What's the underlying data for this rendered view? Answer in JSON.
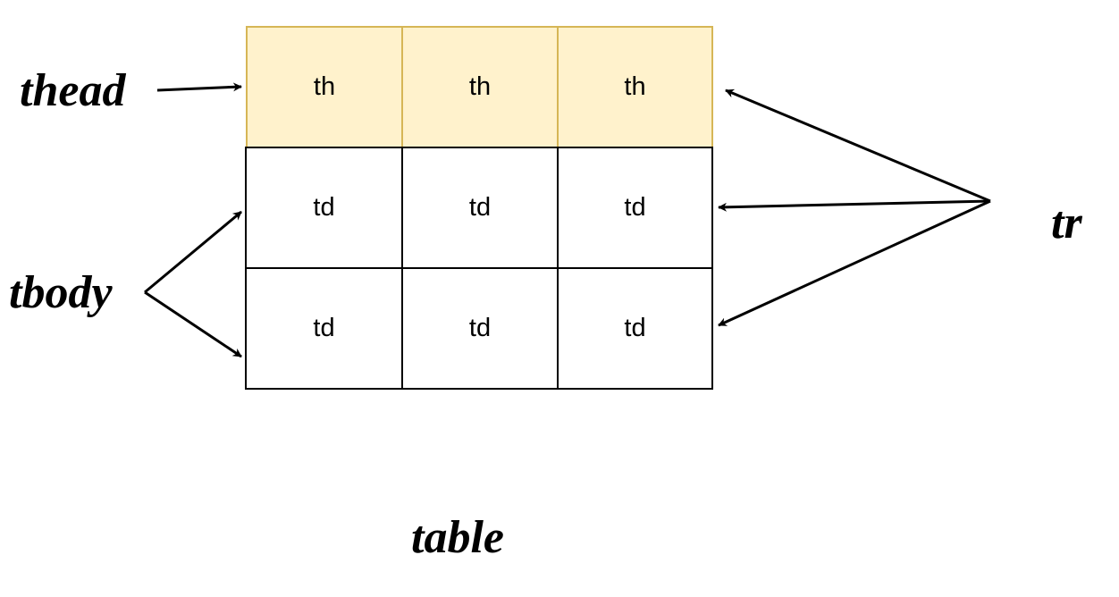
{
  "labels": {
    "thead": "thead",
    "tbody": "tbody",
    "tr": "tr",
    "table": "table"
  },
  "header_row": [
    "th",
    "th",
    "th"
  ],
  "body_rows": [
    [
      "td",
      "td",
      "td"
    ],
    [
      "td",
      "td",
      "td"
    ]
  ],
  "colors": {
    "header_fill": "#fff2cc",
    "header_border": "#d6b656",
    "body_border": "#000000"
  }
}
